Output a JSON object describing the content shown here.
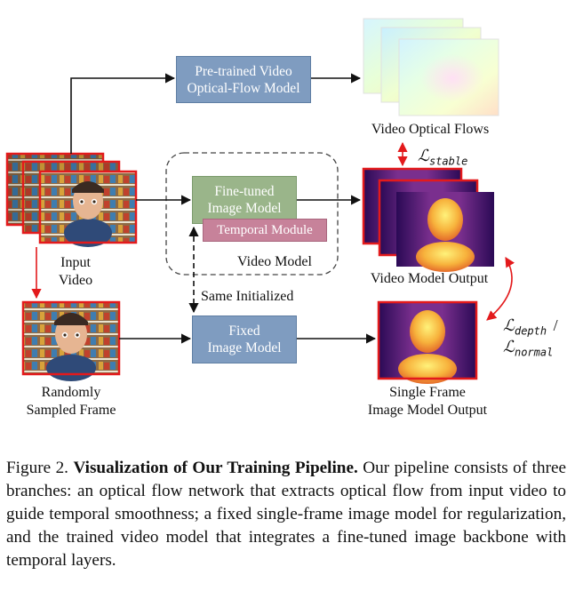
{
  "nodes": {
    "flow_model": "Pre-trained Video\nOptical-Flow Model",
    "finetuned_model": "Fine-tuned\nImage Model",
    "temporal_module": "Temporal Module",
    "fixed_model": "Fixed\nImage Model"
  },
  "labels": {
    "optical_flows": "Video Optical Flows",
    "video_model": "Video Model",
    "input_video_1": "Input",
    "input_video_2": "Video",
    "video_model_output": "Video Model Output",
    "same_initialized": "Same Initialized",
    "random_frame_1": "Randomly",
    "random_frame_2": "Sampled Frame",
    "single_output_1": "Single Frame",
    "single_output_2": "Image Model Output"
  },
  "losses": {
    "stable_main": "ℒ",
    "stable_sub": "stable",
    "depth_main": "ℒ",
    "depth_sub": "depth",
    "separator": "/",
    "normal_main": "ℒ",
    "normal_sub": "normal"
  },
  "caption": {
    "figure": "Figure 2.",
    "title": "Visualization of Our Training Pipeline.",
    "body": " Our pipeline consists of three branches: an optical flow network that extracts optical flow from input video to guide temporal smoothness; a fixed single-frame image model for regularization, and the trained video model that integrates a fine-tuned image backbone with temporal layers."
  },
  "colors": {
    "frame_border": "#e31a1c",
    "box_blue": "#7f9cc0",
    "box_green": "#9ab58a",
    "box_pink": "#c7829a",
    "loss_arrow": "#e31a1c"
  }
}
